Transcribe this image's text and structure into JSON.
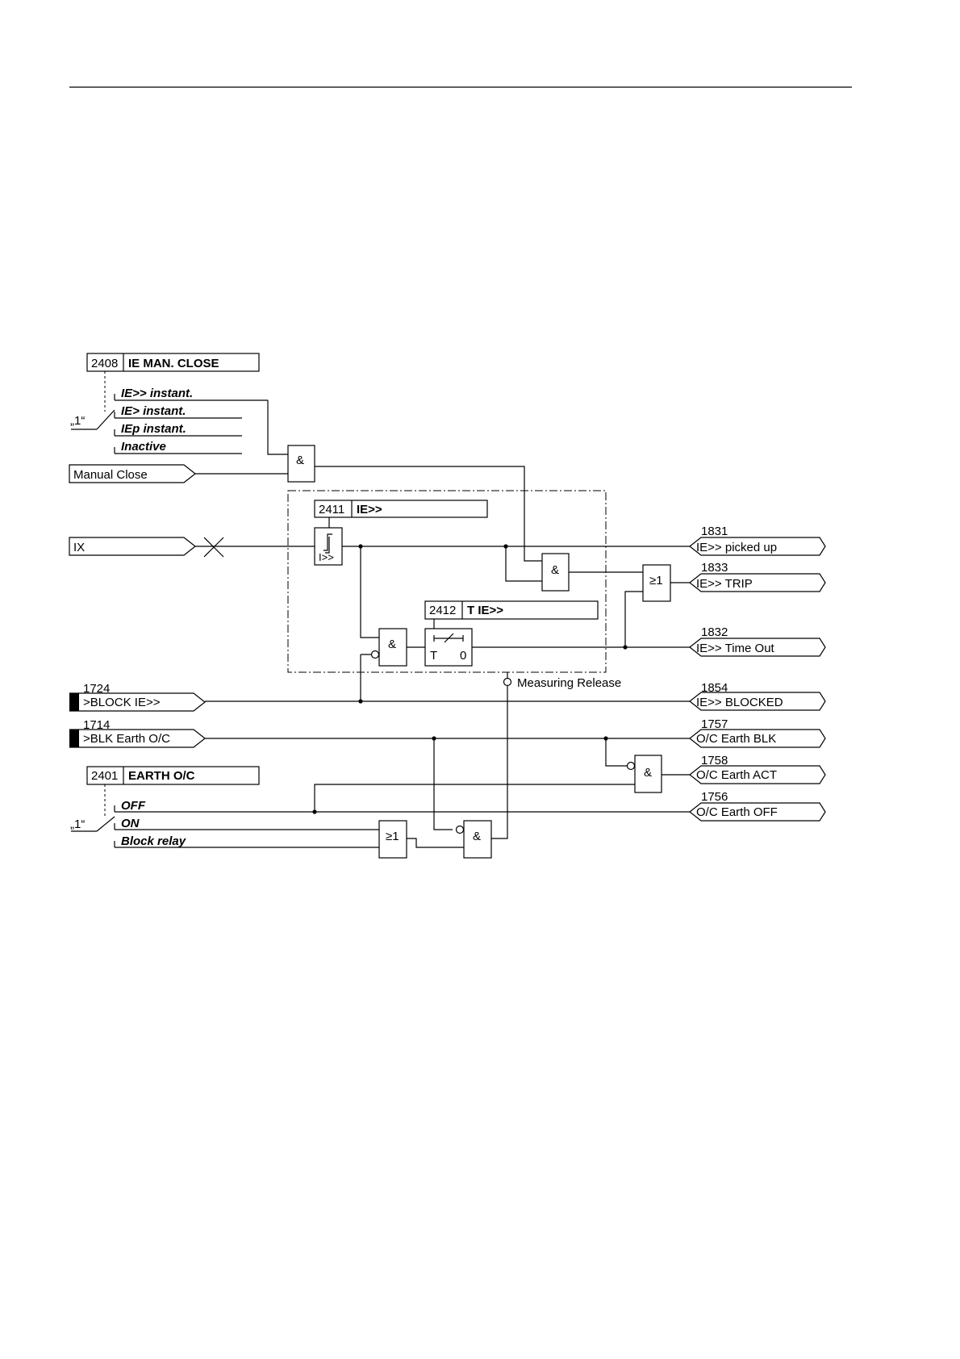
{
  "settings": {
    "man_close": {
      "address": "2408",
      "name": "IE MAN. CLOSE",
      "default_marker": "„1“",
      "options": [
        "IE>> instant.",
        "IE> instant.",
        "IEp instant.",
        "Inactive"
      ]
    },
    "ie_high": {
      "address": "2411",
      "name": "IE>>"
    },
    "t_ie_high": {
      "address": "2412",
      "name": "T IE>>"
    },
    "earth_oc": {
      "address": "2401",
      "name": "EARTH O/C",
      "default_marker": "„1“",
      "options": [
        "OFF",
        "ON",
        "Block relay"
      ]
    }
  },
  "inputs": {
    "manual_close": "Manual Close",
    "ix": "IX",
    "block_ie": {
      "number": "1724",
      "label": ">BLOCK IE>>"
    },
    "blk_earth": {
      "number": "1714",
      "label": ">BLK Earth O/C"
    }
  },
  "outputs": [
    {
      "number": "1831",
      "label": "IE>> picked up"
    },
    {
      "number": "1833",
      "label": "IE>> TRIP"
    },
    {
      "number": "1832",
      "label": "IE>> Time Out"
    },
    {
      "number": "1854",
      "label": "IE>> BLOCKED"
    },
    {
      "number": "1757",
      "label": "O/C Earth BLK"
    },
    {
      "number": "1758",
      "label": "O/C Earth ACT"
    },
    {
      "number": "1756",
      "label": "O/C Earth OFF"
    }
  ],
  "gates": {
    "and": "&",
    "or": "≥1",
    "threshold": "I>>",
    "timer_t": "T",
    "timer_0": "0"
  },
  "annotations": {
    "measuring_release": "Measuring Release"
  }
}
